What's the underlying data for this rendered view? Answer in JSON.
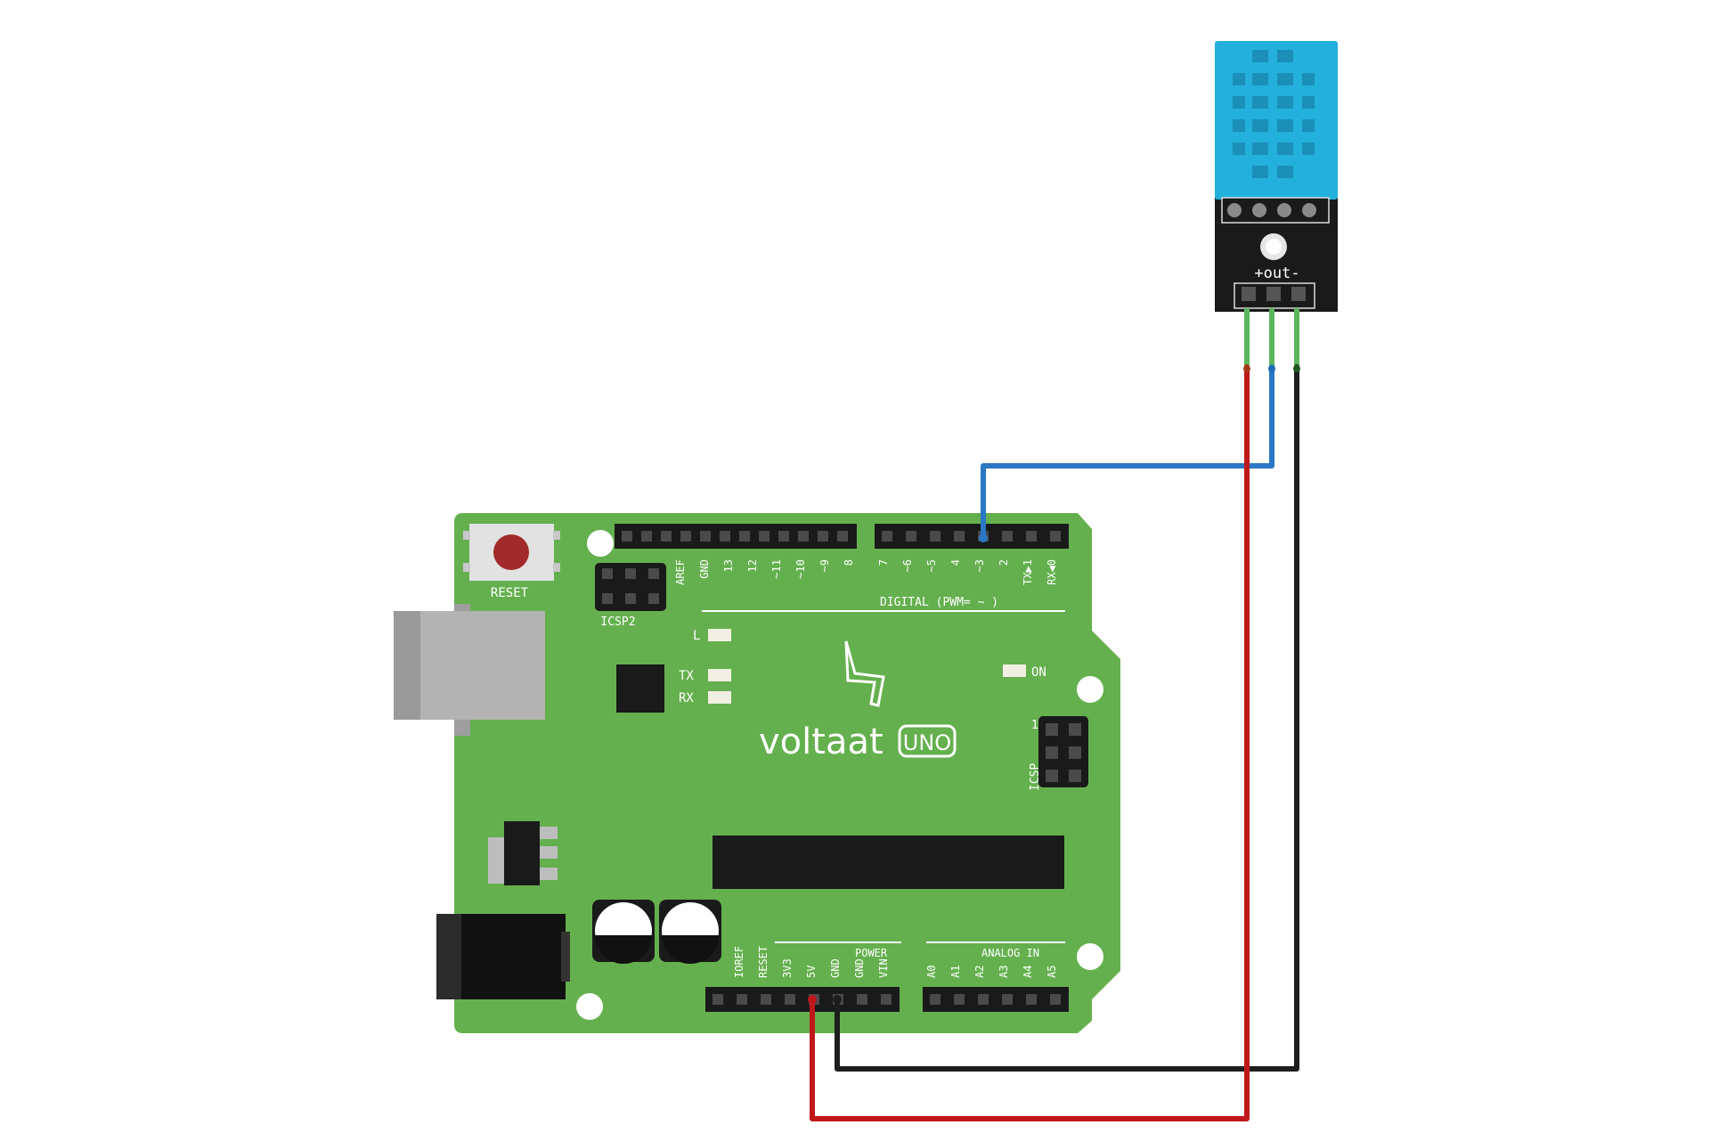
{
  "board": {
    "brand": "voltaat",
    "model": "UNO",
    "reset_label": "RESET",
    "icsp2_label": "ICSP2",
    "icsp_label": "ICSP",
    "icsp_pin1": "1",
    "led_l": "L",
    "led_tx": "TX",
    "led_rx": "RX",
    "led_on": "ON",
    "digital_label": "DIGITAL (PWM= ~ )",
    "power_label": "POWER",
    "analog_label": "ANALOG IN",
    "top_left_pins": [
      "AREF",
      "GND",
      "13",
      "12",
      "~11",
      "~10",
      "~9",
      "8"
    ],
    "top_right_pins": [
      "7",
      "~6",
      "~5",
      "4",
      "~3",
      "2",
      "TX▶1",
      "RX◀0"
    ],
    "power_pins": [
      "IOREF",
      "RESET",
      "3V3",
      "5V",
      "GND",
      "GND",
      "VIN"
    ],
    "analog_pins": [
      "A0",
      "A1",
      "A2",
      "A3",
      "A4",
      "A5"
    ]
  },
  "sensor": {
    "pin_label": "+out-"
  },
  "colors": {
    "board": "#64b04e",
    "sensor_cap": "#23b0dc",
    "wire_power": "#c0181a",
    "wire_signal": "#2a77c4",
    "wire_ground": "#1e1e1e",
    "wire_stub": "#5bb65b"
  },
  "connections": [
    {
      "from": "+",
      "to": "5V",
      "wire": "red"
    },
    {
      "from": "out",
      "to": "~3",
      "wire": "blue"
    },
    {
      "from": "-",
      "to": "GND",
      "wire": "black"
    }
  ]
}
